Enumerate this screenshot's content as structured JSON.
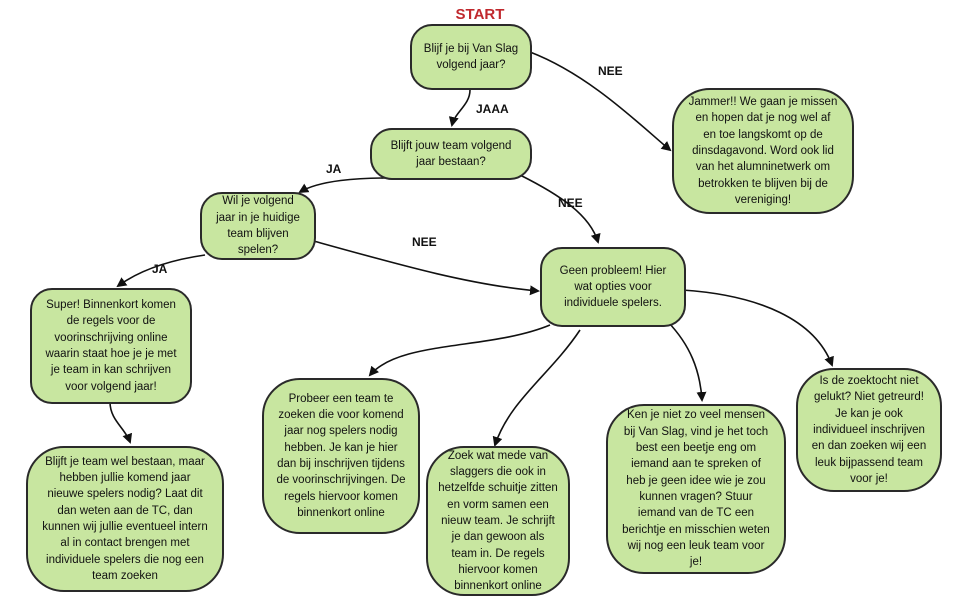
{
  "start_label": "START",
  "colors": {
    "node_fill": "#c8e6a0",
    "node_border": "#2a2a2a",
    "start_text": "#c0282d"
  },
  "nodes": {
    "q_stay_club": "Blijf je bij Van Slag volgend jaar?",
    "sorry_leaving": "Jammer!! We gaan je missen en hopen dat je nog wel af en toe langskomt op de dinsdagavond. Word ook lid van het alumninetwerk om betrokken te blijven bij de vereniging!",
    "q_team_exists": "Blijft jouw team volgend jaar bestaan?",
    "q_stay_team": "Wil je volgend jaar in je huidige team blijven spelen?",
    "individual_options": "Geen probleem! Hier wat opties voor individuele spelers.",
    "super_rules": "Super! Binnenkort komen de regels voor de voorinschrijving online waarin staat hoe je je met je team in kan schrijven voor volgend jaar!",
    "need_players": "Blijft je team wel bestaan, maar hebben jullie komend jaar nieuwe spelers nodig? Laat dit dan weten aan de TC, dan kunnen wij jullie eventueel intern al in contact brengen met individuele spelers die nog een team zoeken",
    "find_team": "Probeer een team te zoeken die voor komend jaar nog spelers nodig hebben. Je kan je hier dan bij inschrijven tijdens de voorinschrijvingen. De regels hiervoor komen binnenkort online",
    "new_team": "Zoek wat mede van slaggers die ook in hetzelfde schuitje zitten en vorm samen een nieuw team. Je schrijft je dan gewoon als team in. De regels hiervoor komen binnenkort online",
    "ask_tc": "Ken je niet zo veel mensen bij Van Slag, vind je het toch best een beetje eng om iemand aan te spreken of heb je geen idee wie je zou kunnen vragen? Stuur iemand van de TC een berichtje en misschien weten wij nog een leuk team voor je!",
    "individual_signup": "Is de zoektocht niet gelukt? Niet getreurd! Je kan je ook individueel inschrijven en dan zoeken wij een leuk bijpassend team voor je!"
  },
  "edge_labels": {
    "nee_1": "NEE",
    "jaaa": "JAAA",
    "ja_1": "JA",
    "nee_2": "NEE",
    "nee_3": "NEE",
    "ja_2": "JA"
  }
}
